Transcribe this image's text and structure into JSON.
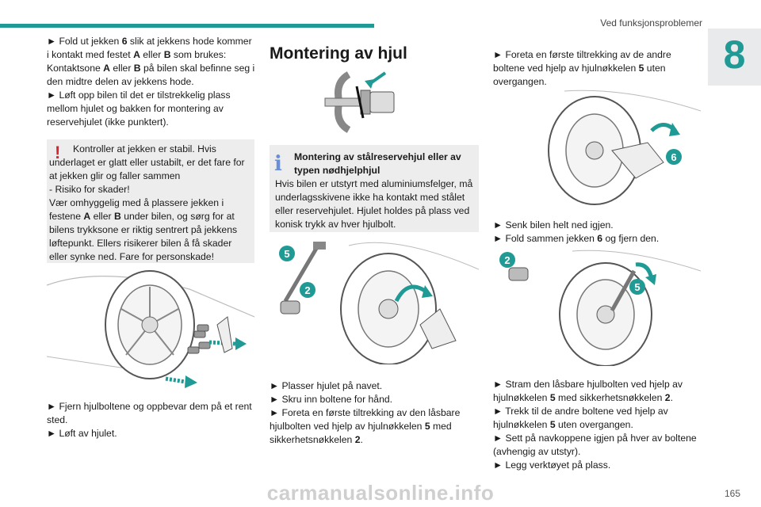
{
  "header": {
    "section_title": "Ved funksjonsproblemer",
    "chapter_number": "8",
    "accent_color": "#1f9a94"
  },
  "page_number": "165",
  "watermark": "carmanualsonline.info",
  "col1": {
    "p1": "► Fold ut jekken 6 slik at jekkens hode kommer i kontakt med festet A eller B som brukes: Kontaktsone A eller B på bilen skal befinne seg i den midtre delen av jekkens hode.",
    "p2": "► Løft opp bilen til det er tilstrekkelig plass mellom hjulet og bakken for montering av reservehjulet (ikke punktert).",
    "warning": {
      "icon": "exclamation-icon",
      "color": "#d9232e",
      "l1": "Kontroller at jekken er stabil. Hvis underlaget er glatt eller ustabilt, er det fare for at jekken glir og faller sammen",
      "l2": "- Risiko for skader!",
      "l3": "Vær omhyggelig med å plassere jekken i festene A eller B under bilen, og sørg for at bilens trykksone er riktig sentrert på jekkens løftepunkt. Ellers risikerer bilen å få skader eller synke ned. Fare for personskade!"
    },
    "p3": "► Fjern hjulboltene og oppbevar dem på et rent sted.",
    "p4": "► Løft av hjulet."
  },
  "col2": {
    "heading": "Montering av hjul",
    "info": {
      "icon": "info-icon",
      "color": "#6b8fd6",
      "title": "Montering av stålreservehjul eller av typen nødhjelphjul",
      "body": "Hvis bilen er utstyrt med aluminiumsfelger, må underlagsskivene ikke ha kontakt med stålet eller reservehjulet. Hjulet holdes på plass ved konisk trykk av hver hjulbolt."
    },
    "fig_labels": [
      "5",
      "2"
    ],
    "p1": "► Plasser hjulet på navet.",
    "p2": "► Skru inn boltene for hånd.",
    "p3": "► Foreta en første tiltrekking av den låsbare hjulbolten ved hjelp av hjulnøkkelen 5 med sikkerhetsnøkkelen 2."
  },
  "col3": {
    "p1": "► Foreta en første tiltrekking av de andre boltene ved hjelp av hjulnøkkelen 5 uten overgangen.",
    "fig1_label": "6",
    "p2": "► Senk bilen helt ned igjen.",
    "p3": "► Fold sammen jekken 6 og fjern den.",
    "fig2_labels": [
      "2",
      "5"
    ],
    "p4": "► Stram den låsbare hjulbolten ved hjelp av hjulnøkkelen 5 med sikkerhetsnøkkelen 2.",
    "p5": "► Trekk til de andre boltene ved hjelp av hjulnøkkelen 5 uten overgangen.",
    "p6": "► Sett på navkoppene igjen på hver av boltene (avhengig av utstyr).",
    "p7": "► Legg verktøyet på plass."
  }
}
